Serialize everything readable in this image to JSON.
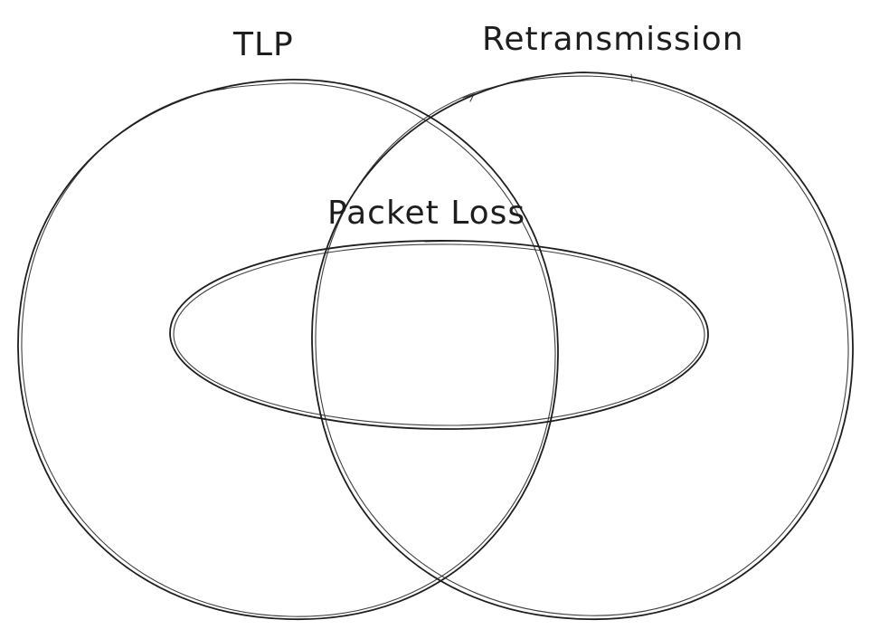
{
  "diagram": {
    "type": "venn",
    "sets": [
      {
        "id": "tlp",
        "label": "TLP"
      },
      {
        "id": "retransmission",
        "label": "Retransmission"
      },
      {
        "id": "packet_loss",
        "label": "Packet Loss"
      }
    ],
    "stroke_color": "#1e1e1e",
    "background_color": "#ffffff"
  }
}
